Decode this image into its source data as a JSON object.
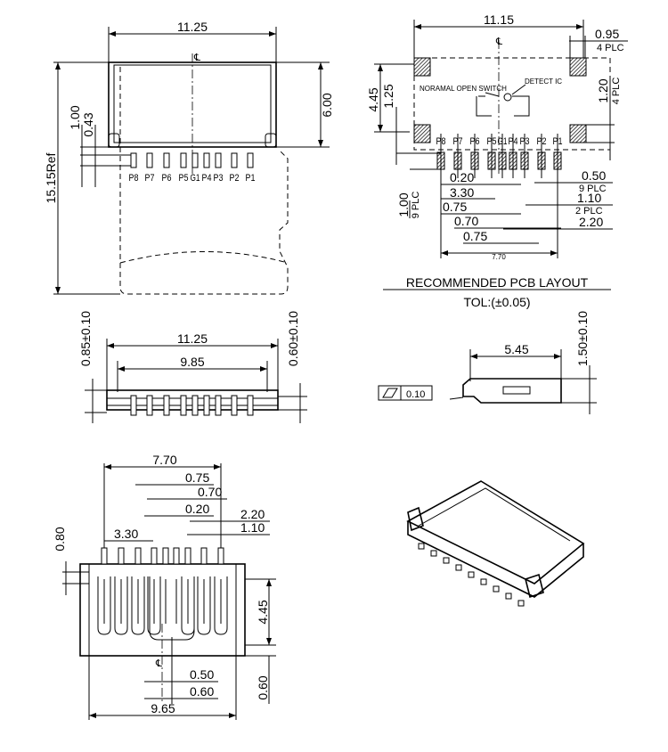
{
  "pins": [
    "P8",
    "P7",
    "P6",
    "P5",
    "G1",
    "P4",
    "P3",
    "P2",
    "P1"
  ],
  "centerline_symbol": "℄",
  "top_view": {
    "width": "11.25",
    "height": "6.00",
    "card_length": "15.15Ref",
    "dim_a": "1.00",
    "dim_b": "0.43"
  },
  "pcb_layout": {
    "width": "11.15",
    "pad_w": "0.95",
    "pad_w_note": "4 PLC",
    "pad_h": "1.20",
    "pad_h_note": "4 PLC",
    "dim_445": "4.45",
    "dim_125": "1.25",
    "switch_label": "NORAMAL OPEN SWITCH",
    "detect_label": "DETECT IC",
    "d020": "0.20",
    "d330": "3.30",
    "d075a": "0.75",
    "d070": "0.70",
    "d075b": "0.75",
    "d770": "7.70",
    "d050": "0.50",
    "d050_note": "9 PLC",
    "d110": "1.10",
    "d110_note": "2 PLC",
    "d220": "2.20",
    "d100": "1.00",
    "d100_note": "9 PLC",
    "title": "RECOMMENDED PCB LAYOUT",
    "tolerance": "TOL:(±0.05)"
  },
  "front_view": {
    "width": "11.25",
    "inner": "9.85",
    "left_h": "0.85±0.10",
    "right_h": "0.60±0.10"
  },
  "side_view": {
    "width": "5.45",
    "height": "1.50±0.10",
    "flatness": "0.10"
  },
  "bottom_view": {
    "d770": "7.70",
    "d075": "0.75",
    "d070": "0.70",
    "d020": "0.20",
    "d220": "2.20",
    "d110": "1.10",
    "d330": "3.30",
    "d080": "0.80",
    "d445": "4.45",
    "d050": "0.50",
    "d060": "0.60",
    "d965": "9.65",
    "d060b": "0.60"
  }
}
